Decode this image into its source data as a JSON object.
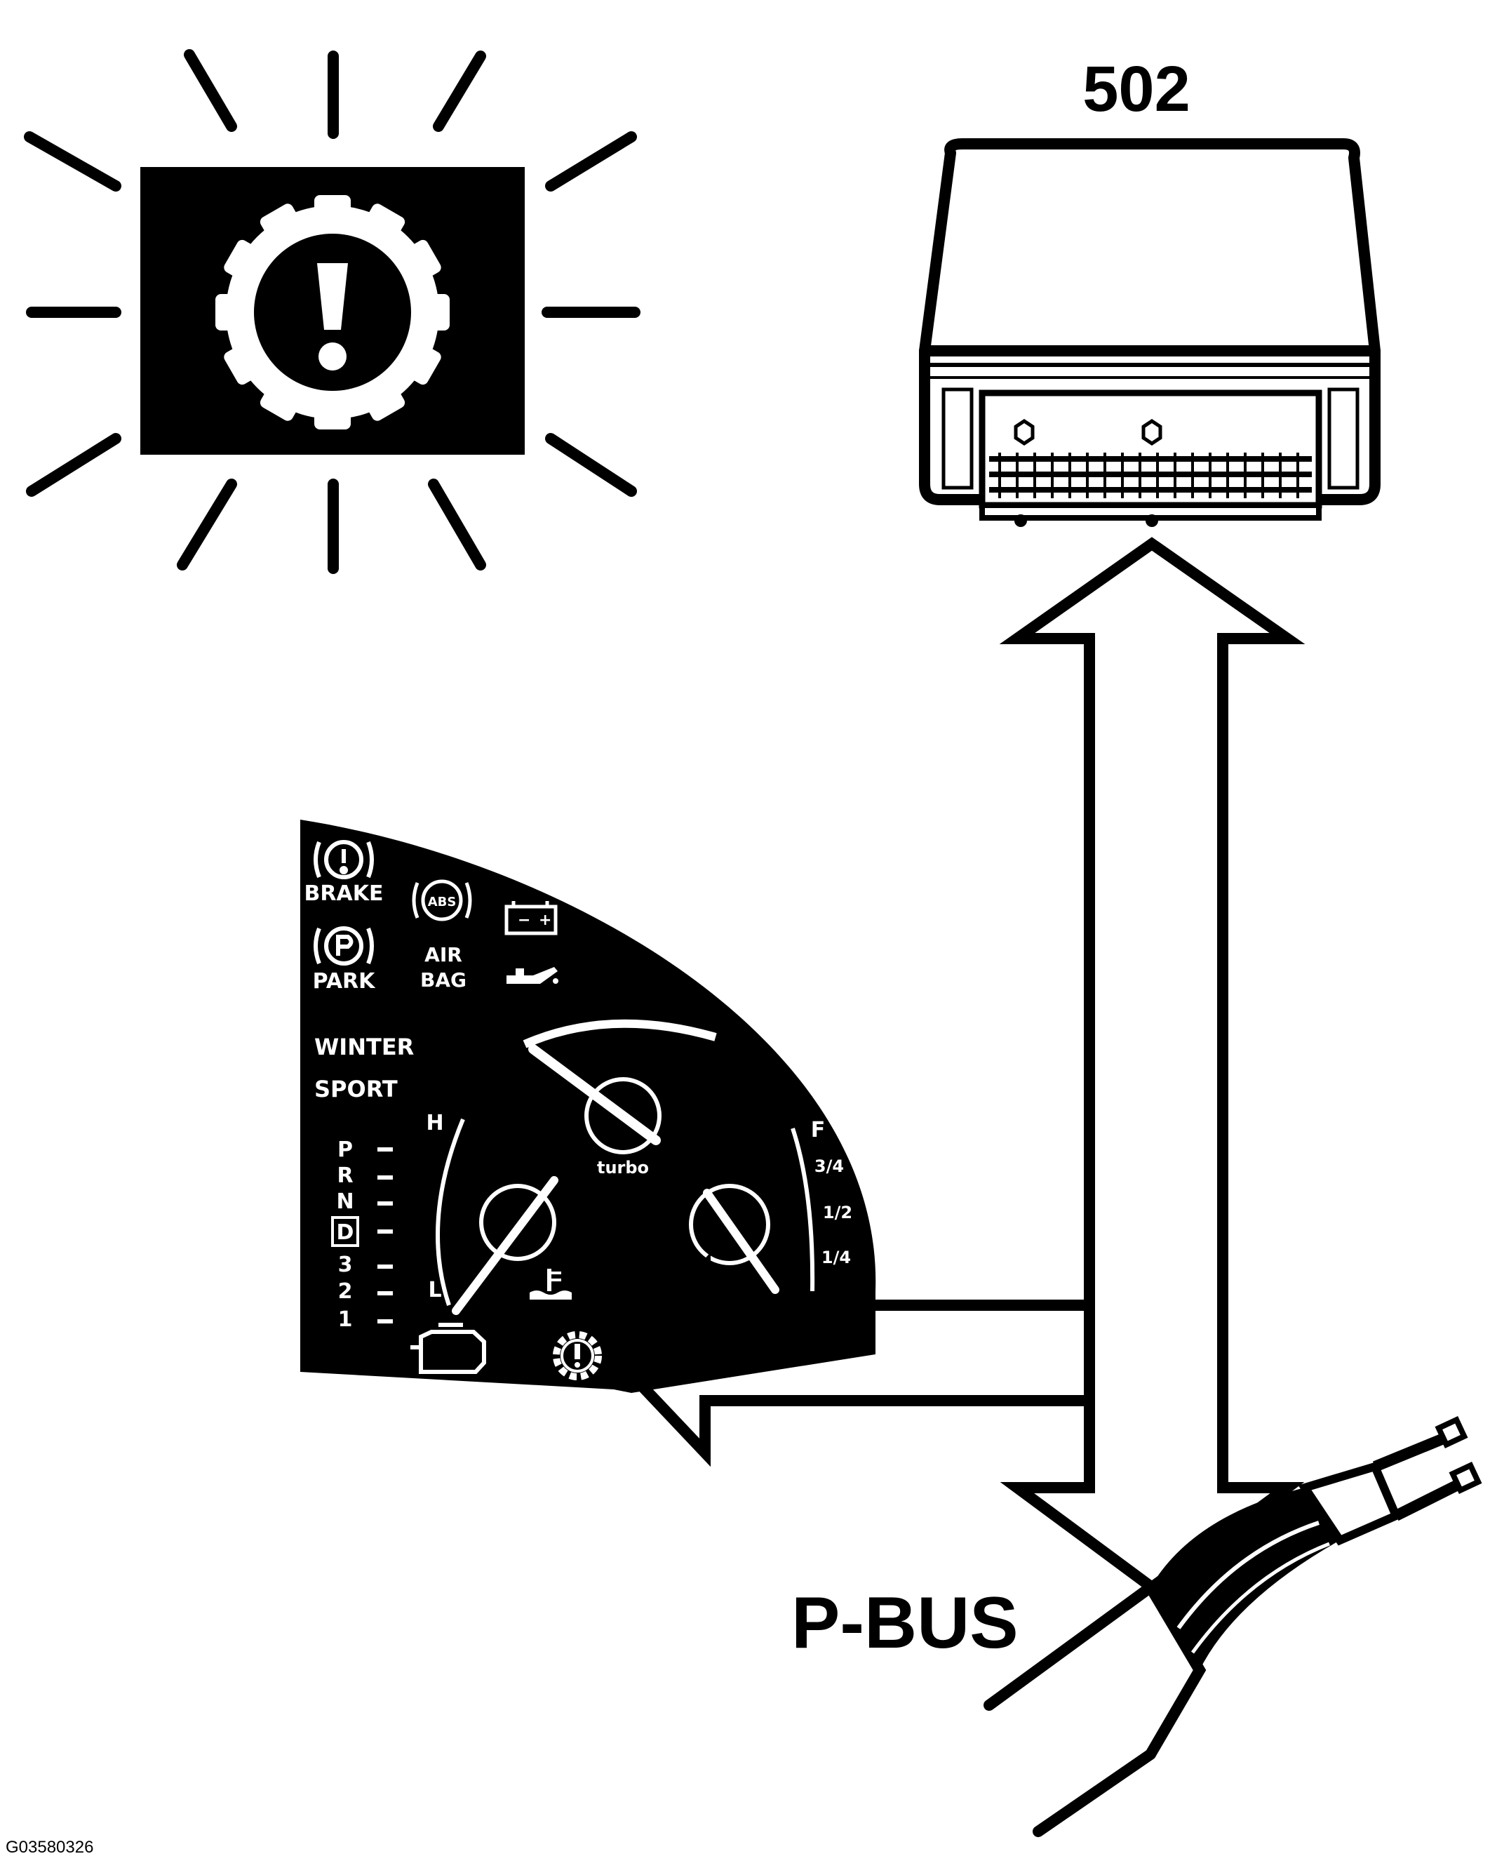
{
  "labels": {
    "module_number": "502",
    "bus_name": "P-BUS",
    "figure_id": "G03580326"
  },
  "cluster": {
    "warning_labels": [
      "BRAKE",
      "PARK",
      "AIR",
      "BAG"
    ],
    "abs_text": "ABS",
    "mode_labels": [
      "WINTER",
      "SPORT"
    ],
    "gear_positions": [
      "P",
      "R",
      "N",
      "D",
      "3",
      "2",
      "1"
    ],
    "temp_marks": [
      "H",
      "L"
    ],
    "turbo_label": "turbo",
    "fuel_marks": [
      "F",
      "3/4",
      "1/2",
      "1/4"
    ],
    "battery_signs": [
      "−",
      "+"
    ]
  },
  "icons": {
    "warning": "transmission-warning-gear-icon",
    "module": "control-module-icon",
    "connector": "p-bus-connector-icon"
  },
  "colors": {
    "ink": "#000000",
    "paper": "#ffffff"
  }
}
